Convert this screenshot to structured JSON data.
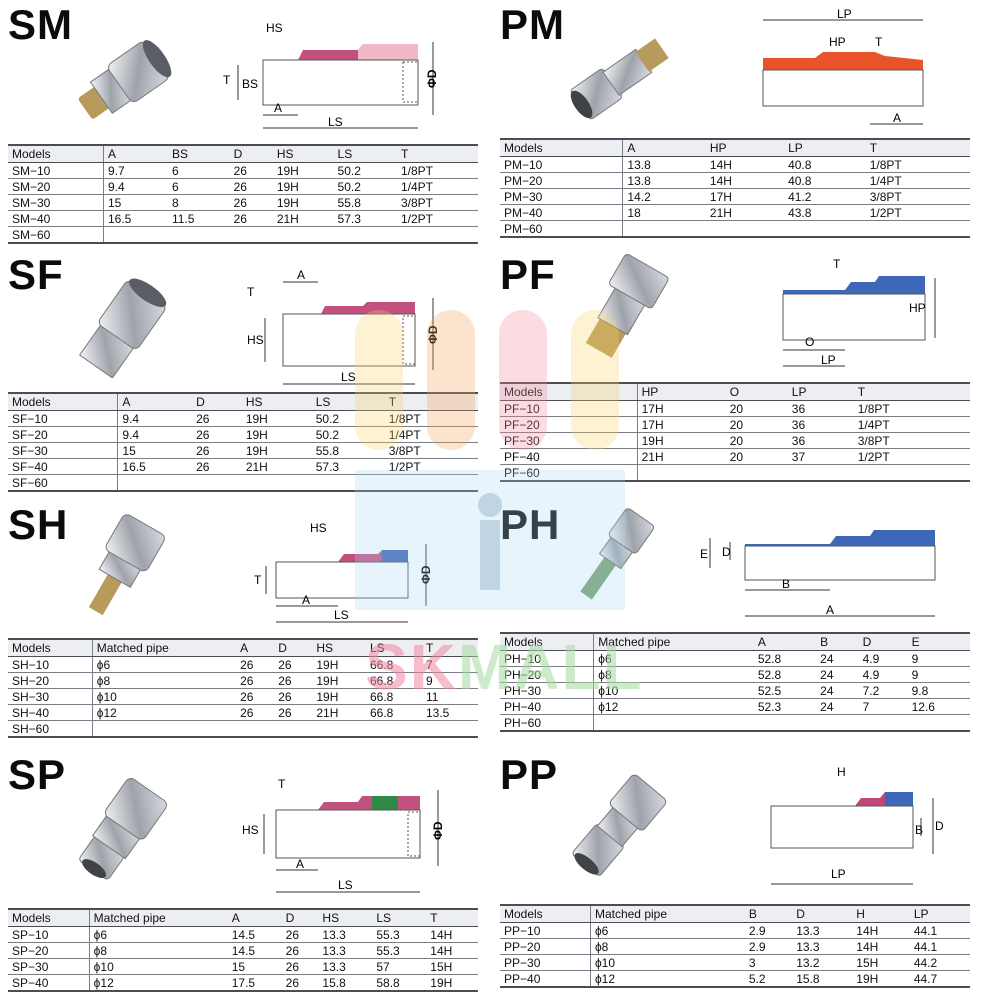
{
  "watermark": {
    "text_left": "SK",
    "text_right": "MALL"
  },
  "panels": {
    "SM": {
      "code": "SM",
      "dims": [
        "HS",
        "T",
        "BS",
        "A",
        "LS",
        "ΦD"
      ],
      "headers": [
        "Models",
        "A",
        "BS",
        "D",
        "HS",
        "LS",
        "T"
      ],
      "rows": [
        [
          "SM−10",
          "9.7",
          "6",
          "26",
          "19H",
          "50.2",
          "1/8PT"
        ],
        [
          "SM−20",
          "9.4",
          "6",
          "26",
          "19H",
          "50.2",
          "1/4PT"
        ],
        [
          "SM−30",
          "15",
          "8",
          "26",
          "19H",
          "55.8",
          "3/8PT"
        ],
        [
          "SM−40",
          "16.5",
          "11.5",
          "26",
          "21H",
          "57.3",
          "1/2PT"
        ],
        [
          "SM−60",
          "",
          "",
          "",
          "",
          "",
          ""
        ]
      ]
    },
    "PM": {
      "code": "PM",
      "dims": [
        "LP",
        "HP",
        "T",
        "A"
      ],
      "headers": [
        "Models",
        "A",
        "HP",
        "LP",
        "T"
      ],
      "rows": [
        [
          "PM−10",
          "13.8",
          "14H",
          "40.8",
          "1/8PT"
        ],
        [
          "PM−20",
          "13.8",
          "14H",
          "40.8",
          "1/4PT"
        ],
        [
          "PM−30",
          "14.2",
          "17H",
          "41.2",
          "3/8PT"
        ],
        [
          "PM−40",
          "18",
          "21H",
          "43.8",
          "1/2PT"
        ],
        [
          "PM−60",
          "",
          "",
          "",
          ""
        ]
      ]
    },
    "SF": {
      "code": "SF",
      "dims": [
        "A",
        "T",
        "HS",
        "ΦD",
        "LS"
      ],
      "headers": [
        "Models",
        "A",
        "D",
        "HS",
        "LS",
        "T"
      ],
      "rows": [
        [
          "SF−10",
          "9.4",
          "26",
          "19H",
          "50.2",
          "1/8PT"
        ],
        [
          "SF−20",
          "9.4",
          "26",
          "19H",
          "50.2",
          "1/4PT"
        ],
        [
          "SF−30",
          "15",
          "26",
          "19H",
          "55.8",
          "3/8PT"
        ],
        [
          "SF−40",
          "16.5",
          "26",
          "21H",
          "57.3",
          "1/2PT"
        ],
        [
          "SF−60",
          "",
          "",
          "",
          "",
          ""
        ]
      ]
    },
    "PF": {
      "code": "PF",
      "dims": [
        "T",
        "HP",
        "O",
        "LP"
      ],
      "headers": [
        "Models",
        "HP",
        "O",
        "LP",
        "T"
      ],
      "rows": [
        [
          "PF−10",
          "17H",
          "20",
          "36",
          "1/8PT"
        ],
        [
          "PF−20",
          "17H",
          "20",
          "36",
          "1/4PT"
        ],
        [
          "PF−30",
          "19H",
          "20",
          "36",
          "3/8PT"
        ],
        [
          "PF−40",
          "21H",
          "20",
          "37",
          "1/2PT"
        ],
        [
          "PF−60",
          "",
          "",
          "",
          ""
        ]
      ]
    },
    "SH": {
      "code": "SH",
      "dims": [
        "HS",
        "T",
        "ΦD",
        "A",
        "LS"
      ],
      "headers": [
        "Models",
        "Matched pipe",
        "A",
        "D",
        "HS",
        "LS",
        "T"
      ],
      "rows": [
        [
          "SH−10",
          "ϕ6",
          "26",
          "26",
          "19H",
          "66.8",
          "7"
        ],
        [
          "SH−20",
          "ϕ8",
          "26",
          "26",
          "19H",
          "66.8",
          "9"
        ],
        [
          "SH−30",
          "ϕ10",
          "26",
          "26",
          "19H",
          "66.8",
          "11"
        ],
        [
          "SH−40",
          "ϕ12",
          "26",
          "26",
          "21H",
          "66.8",
          "13.5"
        ],
        [
          "SH−60",
          "",
          "",
          "",
          "",
          "",
          ""
        ]
      ]
    },
    "PH": {
      "code": "PH",
      "dims": [
        "E",
        "D",
        "B",
        "A"
      ],
      "headers": [
        "Models",
        "Matched pipe",
        "A",
        "B",
        "D",
        "E"
      ],
      "rows": [
        [
          "PH−10",
          "ϕ6",
          "52.8",
          "24",
          "4.9",
          "9"
        ],
        [
          "PH−20",
          "ϕ8",
          "52.8",
          "24",
          "4.9",
          "9"
        ],
        [
          "PH−30",
          "ϕ10",
          "52.5",
          "24",
          "7.2",
          "9.8"
        ],
        [
          "PH−40",
          "ϕ12",
          "52.3",
          "24",
          "7",
          "12.6"
        ],
        [
          "PH−60",
          "",
          "",
          "",
          "",
          ""
        ]
      ]
    },
    "SP": {
      "code": "SP",
      "dims": [
        "T",
        "HS",
        "ΦD",
        "A",
        "LS"
      ],
      "headers": [
        "Models",
        "Matched pipe",
        "A",
        "D",
        "HS",
        "LS",
        "T"
      ],
      "rows": [
        [
          "SP−10",
          "ϕ6",
          "14.5",
          "26",
          "13.3",
          "55.3",
          "14H"
        ],
        [
          "SP−20",
          "ϕ8",
          "14.5",
          "26",
          "13.3",
          "55.3",
          "14H"
        ],
        [
          "SP−30",
          "ϕ10",
          "15",
          "26",
          "13.3",
          "57",
          "15H"
        ],
        [
          "SP−40",
          "ϕ12",
          "17.5",
          "26",
          "15.8",
          "58.8",
          "19H"
        ]
      ]
    },
    "PP": {
      "code": "PP",
      "dims": [
        "H",
        "D",
        "B",
        "LP"
      ],
      "headers": [
        "Models",
        "Matched pipe",
        "B",
        "D",
        "H",
        "LP"
      ],
      "rows": [
        [
          "PP−10",
          "ϕ6",
          "2.9",
          "13.3",
          "14H",
          "44.1"
        ],
        [
          "PP−20",
          "ϕ8",
          "2.9",
          "13.3",
          "14H",
          "44.1"
        ],
        [
          "PP−30",
          "ϕ10",
          "3",
          "13.2",
          "15H",
          "44.2"
        ],
        [
          "PP−40",
          "ϕ12",
          "5.2",
          "15.8",
          "19H",
          "44.7"
        ]
      ]
    }
  }
}
